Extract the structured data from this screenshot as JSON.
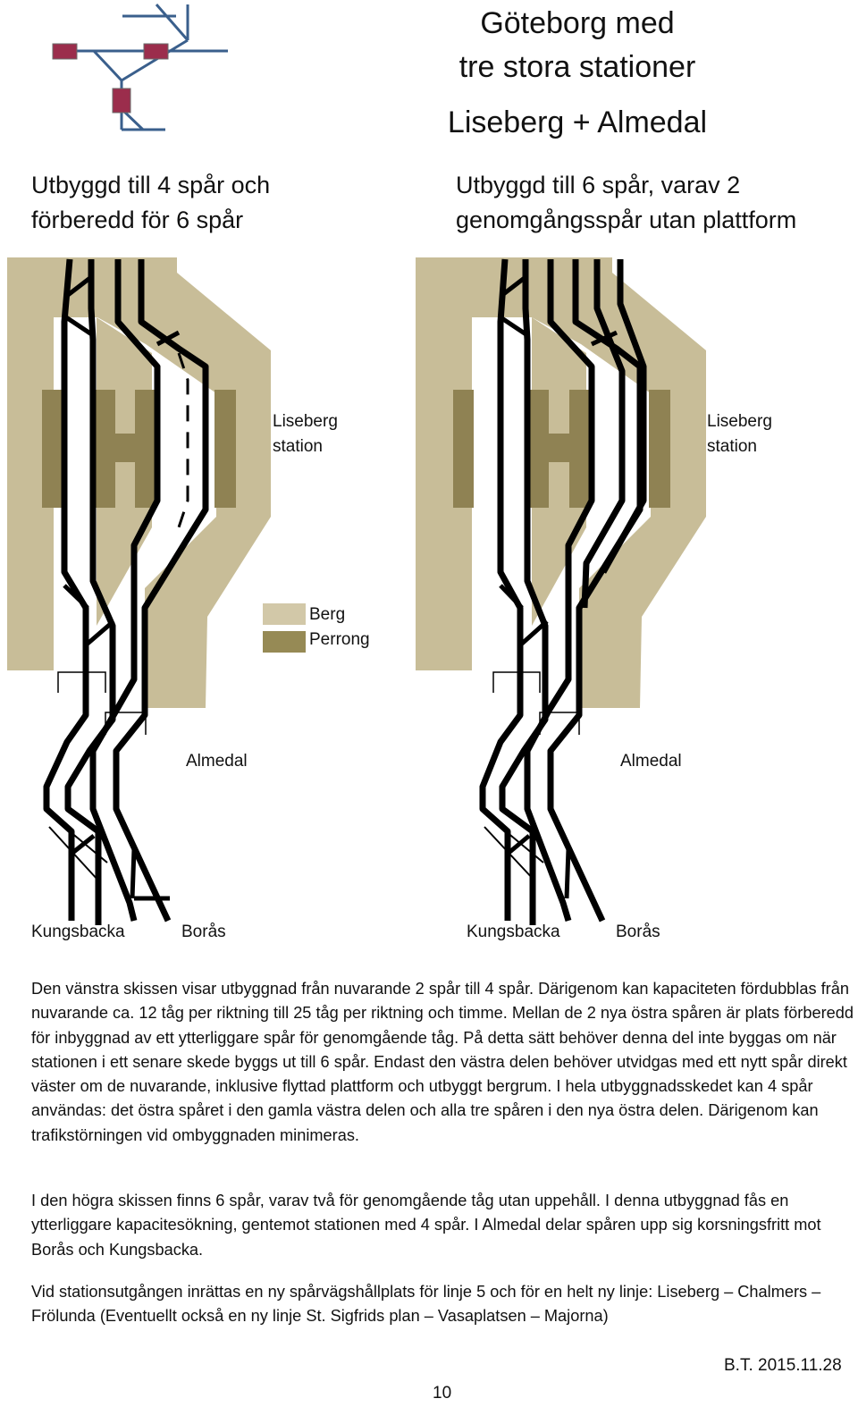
{
  "header": {
    "title_line1": "Göteborg med",
    "title_line2": "tre stora stationer",
    "subtitle": "Liseberg + Almedal"
  },
  "left_sketch": {
    "heading_line1": "Utbyggd till 4 spår och",
    "heading_line2": "förberedd för 6 spår",
    "station_line1": "Liseberg",
    "station_line2": "station",
    "almedal": "Almedal",
    "kungsbacka": "Kungsbacka",
    "boras": "Borås"
  },
  "right_sketch": {
    "heading_line1": "Utbyggd till 6 spår, varav 2",
    "heading_line2": "genomgångsspår utan plattform",
    "station_line1": "Liseberg",
    "station_line2": "station",
    "almedal": "Almedal",
    "kungsbacka": "Kungsbacka",
    "boras": "Borås"
  },
  "legend": {
    "rock": "Berg",
    "platform": "Perrong",
    "rock_color": "#d2c8a8",
    "platform_color": "#968a55"
  },
  "colors": {
    "rock_area": "#c8bd98",
    "platform": "#8f8253",
    "track": "#000000",
    "logo_line": "#3a5f8c",
    "logo_station": "#9b2d4c"
  },
  "body": {
    "p1": "Den vänstra skissen visar utbyggnad från nuvarande 2 spår till 4 spår. Därigenom kan kapaciteten fördubblas från nuvarande ca. 12 tåg per riktning till 25 tåg per riktning och timme. Mellan de 2 nya östra spåren är plats förberedd för inbyggnad av ett ytterliggare spår för genomgående tåg. På detta sätt behöver denna del inte byggas om när stationen i ett senare skede byggs ut till 6 spår. Endast den västra delen behöver utvidgas med ett nytt spår direkt väster om de nuvarande, inklusive flyttad plattform och utbyggt bergrum. I hela utbyggnadsskedet kan 4 spår användas: det östra spåret i den gamla västra delen och alla tre spåren i den nya östra delen. Därigenom kan trafikstörningen vid ombyggnaden minimeras.",
    "p2": "I den högra skissen finns 6 spår, varav två för genomgående tåg utan uppehåll. I denna utbyggnad fås en ytterliggare kapacitesökning, gentemot stationen med 4 spår. I Almedal delar spåren upp sig korsningsfritt mot Borås och Kungsbacka.",
    "p3": "Vid stationsutgången inrättas en ny spårvägshållplats för linje 5 och för en helt ny linje: Liseberg – Chalmers – Frölunda (Eventuellt också en ny linje  St. Sigfrids plan – Vasaplatsen – Majorna)"
  },
  "footer": {
    "signature": "B.T.  2015.11.28",
    "page_number": "10"
  }
}
